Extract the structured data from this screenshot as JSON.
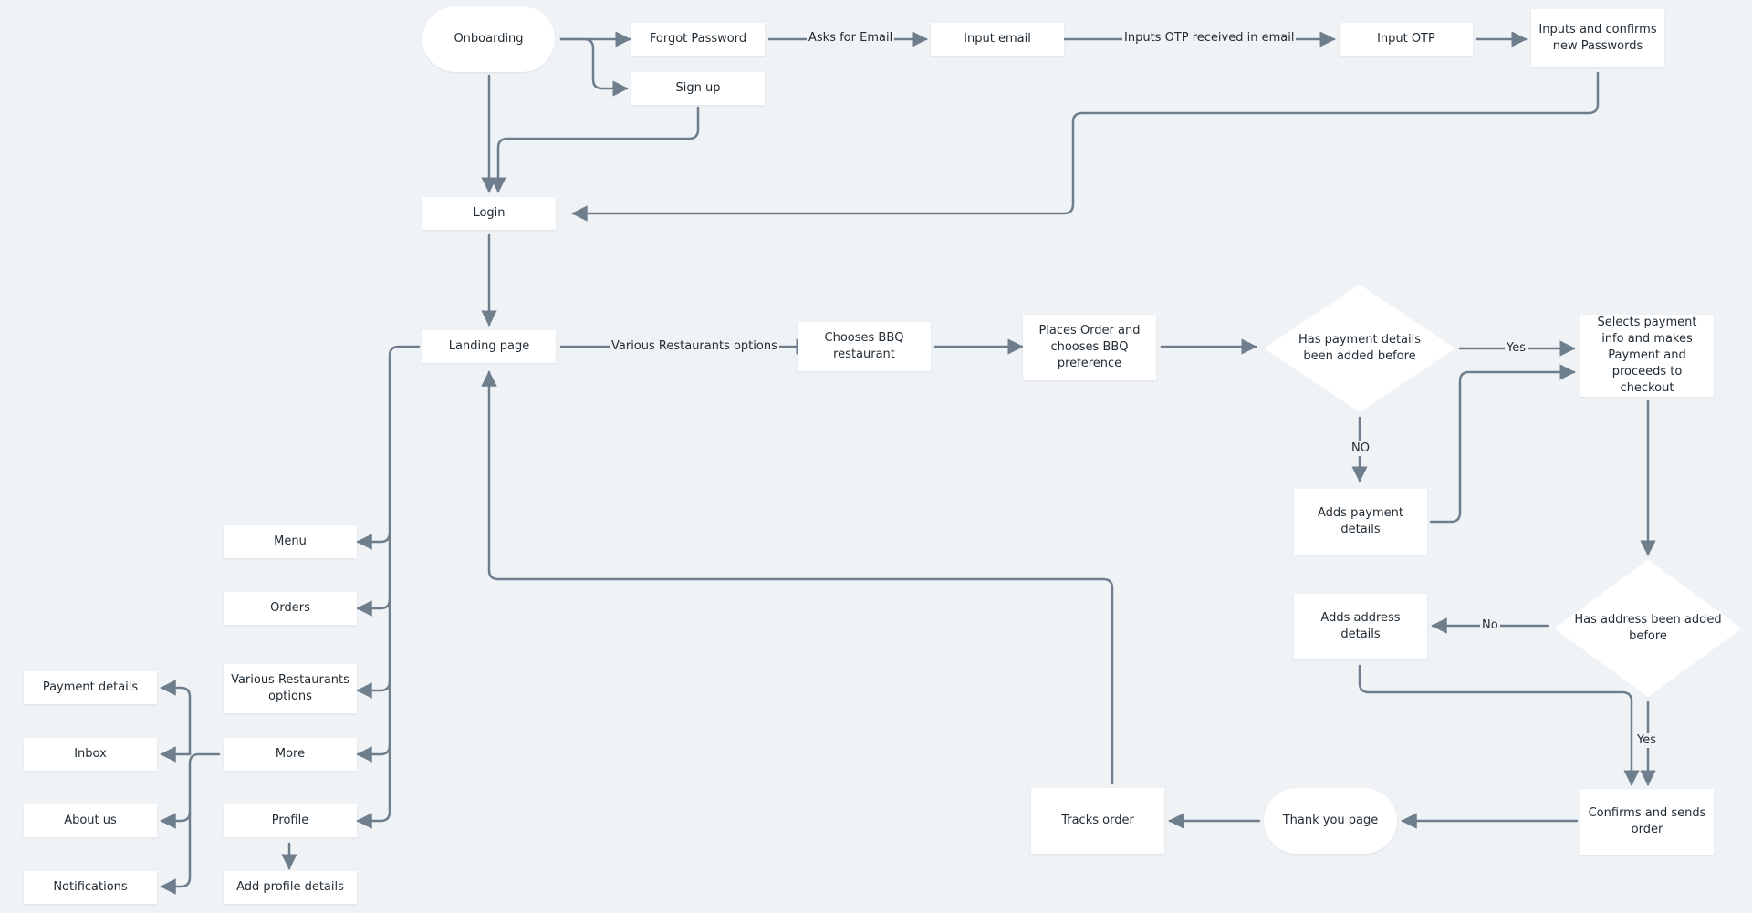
{
  "colors": {
    "background": "#f0f3f6",
    "node": "#ffffff",
    "edge": "#6f7e8c",
    "text": "#1f2a33"
  },
  "nodes": {
    "onboarding": "Onboarding",
    "forgot_password": "Forgot Password",
    "sign_up": "Sign up",
    "input_email": "Input email",
    "input_otp": "Input OTP",
    "confirm_password": "Inputs and confirms new Passwords",
    "login": "Login",
    "landing_page": "Landing page",
    "chooses_bbq": "Chooses BBQ restaurant",
    "places_order": "Places Order and chooses BBQ preference",
    "has_payment": "Has payment details been added before",
    "selects_payment": "Selects payment info and makes Payment and proceeds to checkout",
    "adds_payment": "Adds payment details",
    "has_address": "Has address been added before",
    "adds_address": "Adds address details",
    "confirms_order": "Confirms and sends order",
    "thank_you": "Thank you page",
    "tracks_order": "Tracks order",
    "menu": "Menu",
    "orders": "Orders",
    "various_restaurants": "Various Restaurants options",
    "more": "More",
    "profile": "Profile",
    "add_profile_details": "Add profile details",
    "payment_details": "Payment details",
    "inbox": "Inbox",
    "about_us": "About us",
    "notifications": "Notifications"
  },
  "edge_labels": {
    "asks_email": "Asks for Email",
    "inputs_otp": "Inputs OTP received in email",
    "various_options": "Various Restaurants options",
    "payment_yes": "Yes",
    "payment_no": "NO",
    "address_no": "No",
    "address_yes": "Yes"
  }
}
